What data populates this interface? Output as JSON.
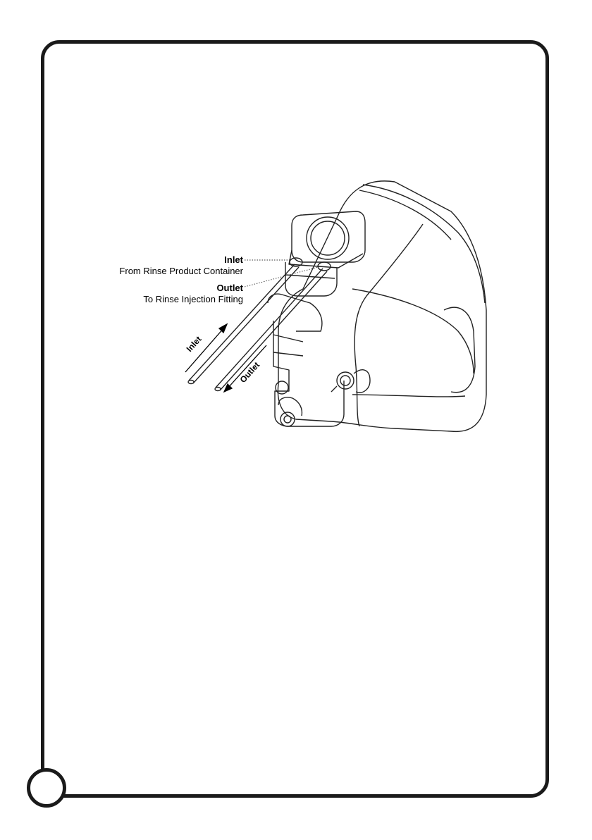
{
  "diagram": {
    "callouts": {
      "inlet_title": "Inlet",
      "inlet_desc": "From Rinse Product Container",
      "outlet_title": "Outlet",
      "outlet_desc": "To Rinse Injection Fitting"
    },
    "tube_labels": {
      "inlet": "Inlet",
      "outlet": "Outlet"
    }
  }
}
